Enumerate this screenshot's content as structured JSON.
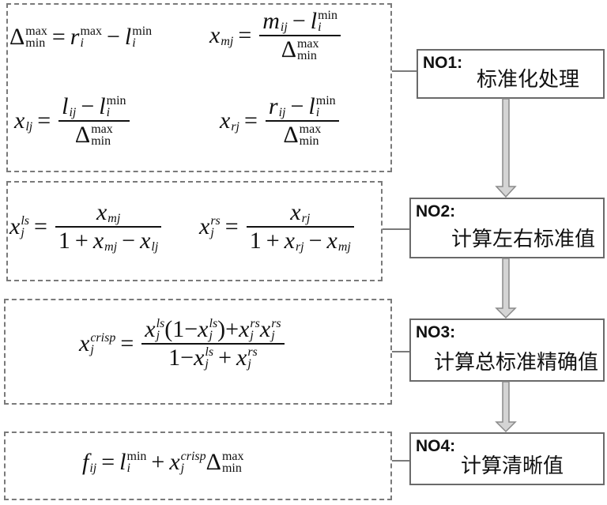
{
  "steps": [
    {
      "no": "NO1:",
      "label": "标准化处理"
    },
    {
      "no": "NO2:",
      "label": "计算左右标准值"
    },
    {
      "no": "NO3:",
      "label": "计算总标准精确值"
    },
    {
      "no": "NO4:",
      "label": "计算清晰值"
    }
  ],
  "formulas": {
    "delta": [
      {
        "b": "Δ",
        "up": "max",
        "dn": "min",
        "roman": true
      },
      {
        "op": "="
      },
      {
        "b": "r",
        "up": "max",
        "dn": "i",
        "it": "dn"
      },
      {
        "op": "−"
      },
      {
        "b": "l",
        "up": "min",
        "dn": "i",
        "it": "dn"
      }
    ],
    "xmj": [
      {
        "b": "x",
        "dn": "mj",
        "it": "all"
      },
      {
        "op": "="
      },
      {
        "frac": {
          "num": [
            {
              "b": "m",
              "dn": "ij",
              "it": "all"
            },
            {
              "op": "−"
            },
            {
              "b": "l",
              "up": "min",
              "dn": "i",
              "it": "dn"
            }
          ],
          "den": [
            {
              "b": "Δ",
              "up": "max",
              "dn": "min",
              "roman": true
            }
          ]
        }
      }
    ],
    "xlj": [
      {
        "b": "x",
        "dn": "lj",
        "it": "all"
      },
      {
        "op": "="
      },
      {
        "frac": {
          "num": [
            {
              "b": "l",
              "dn": "ij",
              "it": "all"
            },
            {
              "op": "−"
            },
            {
              "b": "l",
              "up": "min",
              "dn": "i",
              "it": "dn"
            }
          ],
          "den": [
            {
              "b": "Δ",
              "up": "max",
              "dn": "min",
              "roman": true
            }
          ]
        }
      }
    ],
    "xrj": [
      {
        "b": "x",
        "dn": "rj",
        "it": "all"
      },
      {
        "op": "="
      },
      {
        "frac": {
          "num": [
            {
              "b": "r",
              "dn": "ij",
              "it": "all"
            },
            {
              "op": "−"
            },
            {
              "b": "l",
              "up": "min",
              "dn": "i",
              "it": "dn"
            }
          ],
          "den": [
            {
              "b": "Δ",
              "up": "max",
              "dn": "min",
              "roman": true
            }
          ]
        }
      }
    ],
    "xls": [
      {
        "b": "x",
        "up": "ls",
        "dn": "j",
        "it": "all"
      },
      {
        "op": "="
      },
      {
        "frac": {
          "num": [
            {
              "b": "x",
              "dn": "mj",
              "it": "all"
            }
          ],
          "den": [
            {
              "t": "1"
            },
            {
              "op": "+"
            },
            {
              "b": "x",
              "dn": "mj",
              "it": "all"
            },
            {
              "op": "−"
            },
            {
              "b": "x",
              "dn": "lj",
              "it": "all"
            }
          ]
        }
      }
    ],
    "xrs": [
      {
        "b": "x",
        "up": "rs",
        "dn": "j",
        "it": "all"
      },
      {
        "op": "="
      },
      {
        "frac": {
          "num": [
            {
              "b": "x",
              "dn": "rj",
              "it": "all"
            }
          ],
          "den": [
            {
              "t": "1"
            },
            {
              "op": "+"
            },
            {
              "b": "x",
              "dn": "rj",
              "it": "all"
            },
            {
              "op": "−"
            },
            {
              "b": "x",
              "dn": "mj",
              "it": "all"
            }
          ]
        }
      }
    ],
    "crisp": [
      {
        "b": "x",
        "up": "crisp",
        "dn": "j",
        "it": "all"
      },
      {
        "op": "="
      },
      {
        "frac": {
          "num": [
            {
              "b": "x",
              "up": "ls",
              "dn": "j",
              "it": "all"
            },
            {
              "t": "(1−"
            },
            {
              "b": "x",
              "up": "ls",
              "dn": "j",
              "it": "all"
            },
            {
              "t": ")+"
            },
            {
              "b": "x",
              "up": "rs",
              "dn": "j",
              "it": "all"
            },
            {
              "b": "x",
              "up": "rs",
              "dn": "j",
              "it": "all"
            }
          ],
          "den": [
            {
              "t": "1−"
            },
            {
              "b": "x",
              "up": "ls",
              "dn": "j",
              "it": "all"
            },
            {
              "op": "+"
            },
            {
              "b": "x",
              "up": "rs",
              "dn": "j",
              "it": "all"
            }
          ]
        }
      }
    ],
    "fij": [
      {
        "b": "f",
        "dn": "ij",
        "it": "all"
      },
      {
        "op": "="
      },
      {
        "b": "l",
        "up": "min",
        "dn": "i",
        "it": "dn"
      },
      {
        "op": "+"
      },
      {
        "b": "x",
        "up": "crisp",
        "dn": "j",
        "it": "all"
      },
      {
        "b": "Δ",
        "up": "max",
        "dn": "min",
        "roman": true
      }
    ]
  },
  "colors": {
    "line": "#7a7a7a",
    "arrow_fill": "#d4d4d4"
  }
}
